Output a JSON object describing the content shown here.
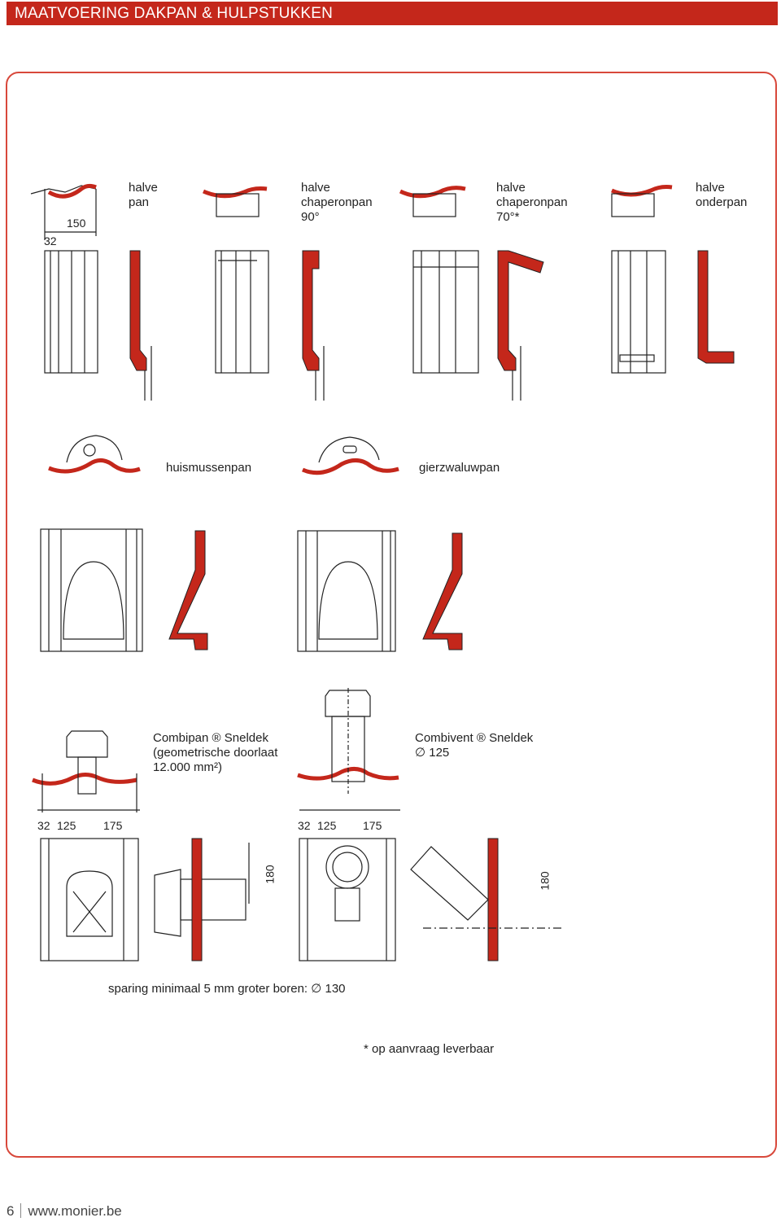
{
  "header": {
    "title": "MAATVOERING DAKPAN & HULPSTUKKEN"
  },
  "labels": {
    "halve_pan": "halve\npan",
    "halve_chaperon_90": "halve\nchaperonpan\n90°",
    "halve_chaperon_70": "halve\nchaperonpan\n70°*",
    "halve_onderpan": "halve\nonderpan",
    "huismussenpan": "huismussenpan",
    "gierzwaluwpan": "gierzwaluwpan",
    "combipan": "Combipan ® Sneldek\n(geometrische doorlaat\n12.000 mm²)",
    "combivent": "Combivent ® Sneldek\n∅ 125",
    "sparing": "sparing minimaal 5 mm groter boren: ∅ 130",
    "op_aanvraag": "* op aanvraag leverbaar"
  },
  "dimensions": {
    "d150": "150",
    "d32_top": "32",
    "combi_32": "32",
    "combi_125": "125",
    "combi_175": "175",
    "vent_32": "32",
    "vent_125": "125",
    "vent_175": "175",
    "combi_180": "180",
    "vent_180": "180"
  },
  "footer": {
    "page_number": "6",
    "url": "www.monier.be"
  },
  "colors": {
    "accent": "#c4271b",
    "frame": "#d8483b"
  }
}
